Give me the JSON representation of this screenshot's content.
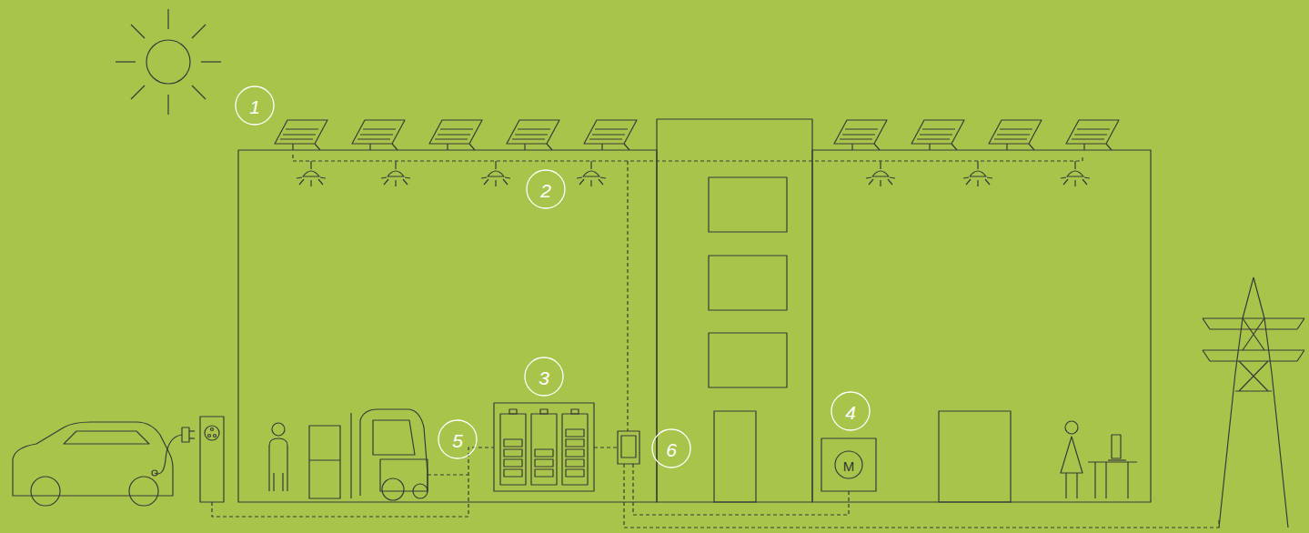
{
  "diagram": {
    "labels": [
      "1",
      "2",
      "3",
      "4",
      "5",
      "6",
      "M"
    ]
  }
}
